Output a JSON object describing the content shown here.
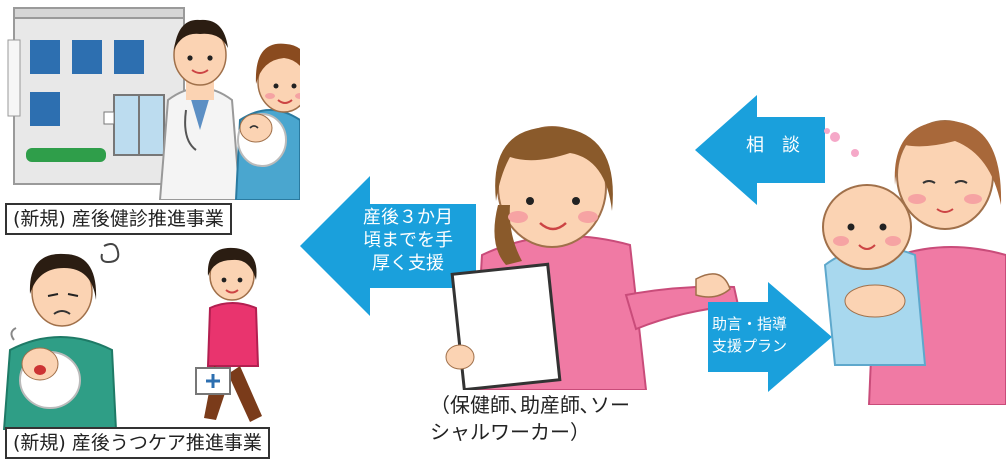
{
  "labels": {
    "checkup_program": "(新規) 産後健診推進事業",
    "depression_program": "(新規) 産後うつケア推進事業"
  },
  "arrows": {
    "left_support": "産後３か月\n頃までを手\n厚く支援",
    "consult": "相　談",
    "advice": "助言・指導\n支援プラン"
  },
  "caption": "（保健師､助産師､ソー\nシャルワーカー）",
  "colors": {
    "arrow_blue": "#1aa0dc",
    "pink_top": "#f06a9a",
    "skin": "#fbd3b3",
    "hair_brown": "#8a5a2b",
    "coat_white": "#f4f4f4",
    "building_gray": "#e4e4e4",
    "window_blue": "#2d6fb0",
    "baby_blue": "#a8d8ee",
    "sweater_green": "#2f9e86",
    "sweater_pink": "#e9346e"
  }
}
